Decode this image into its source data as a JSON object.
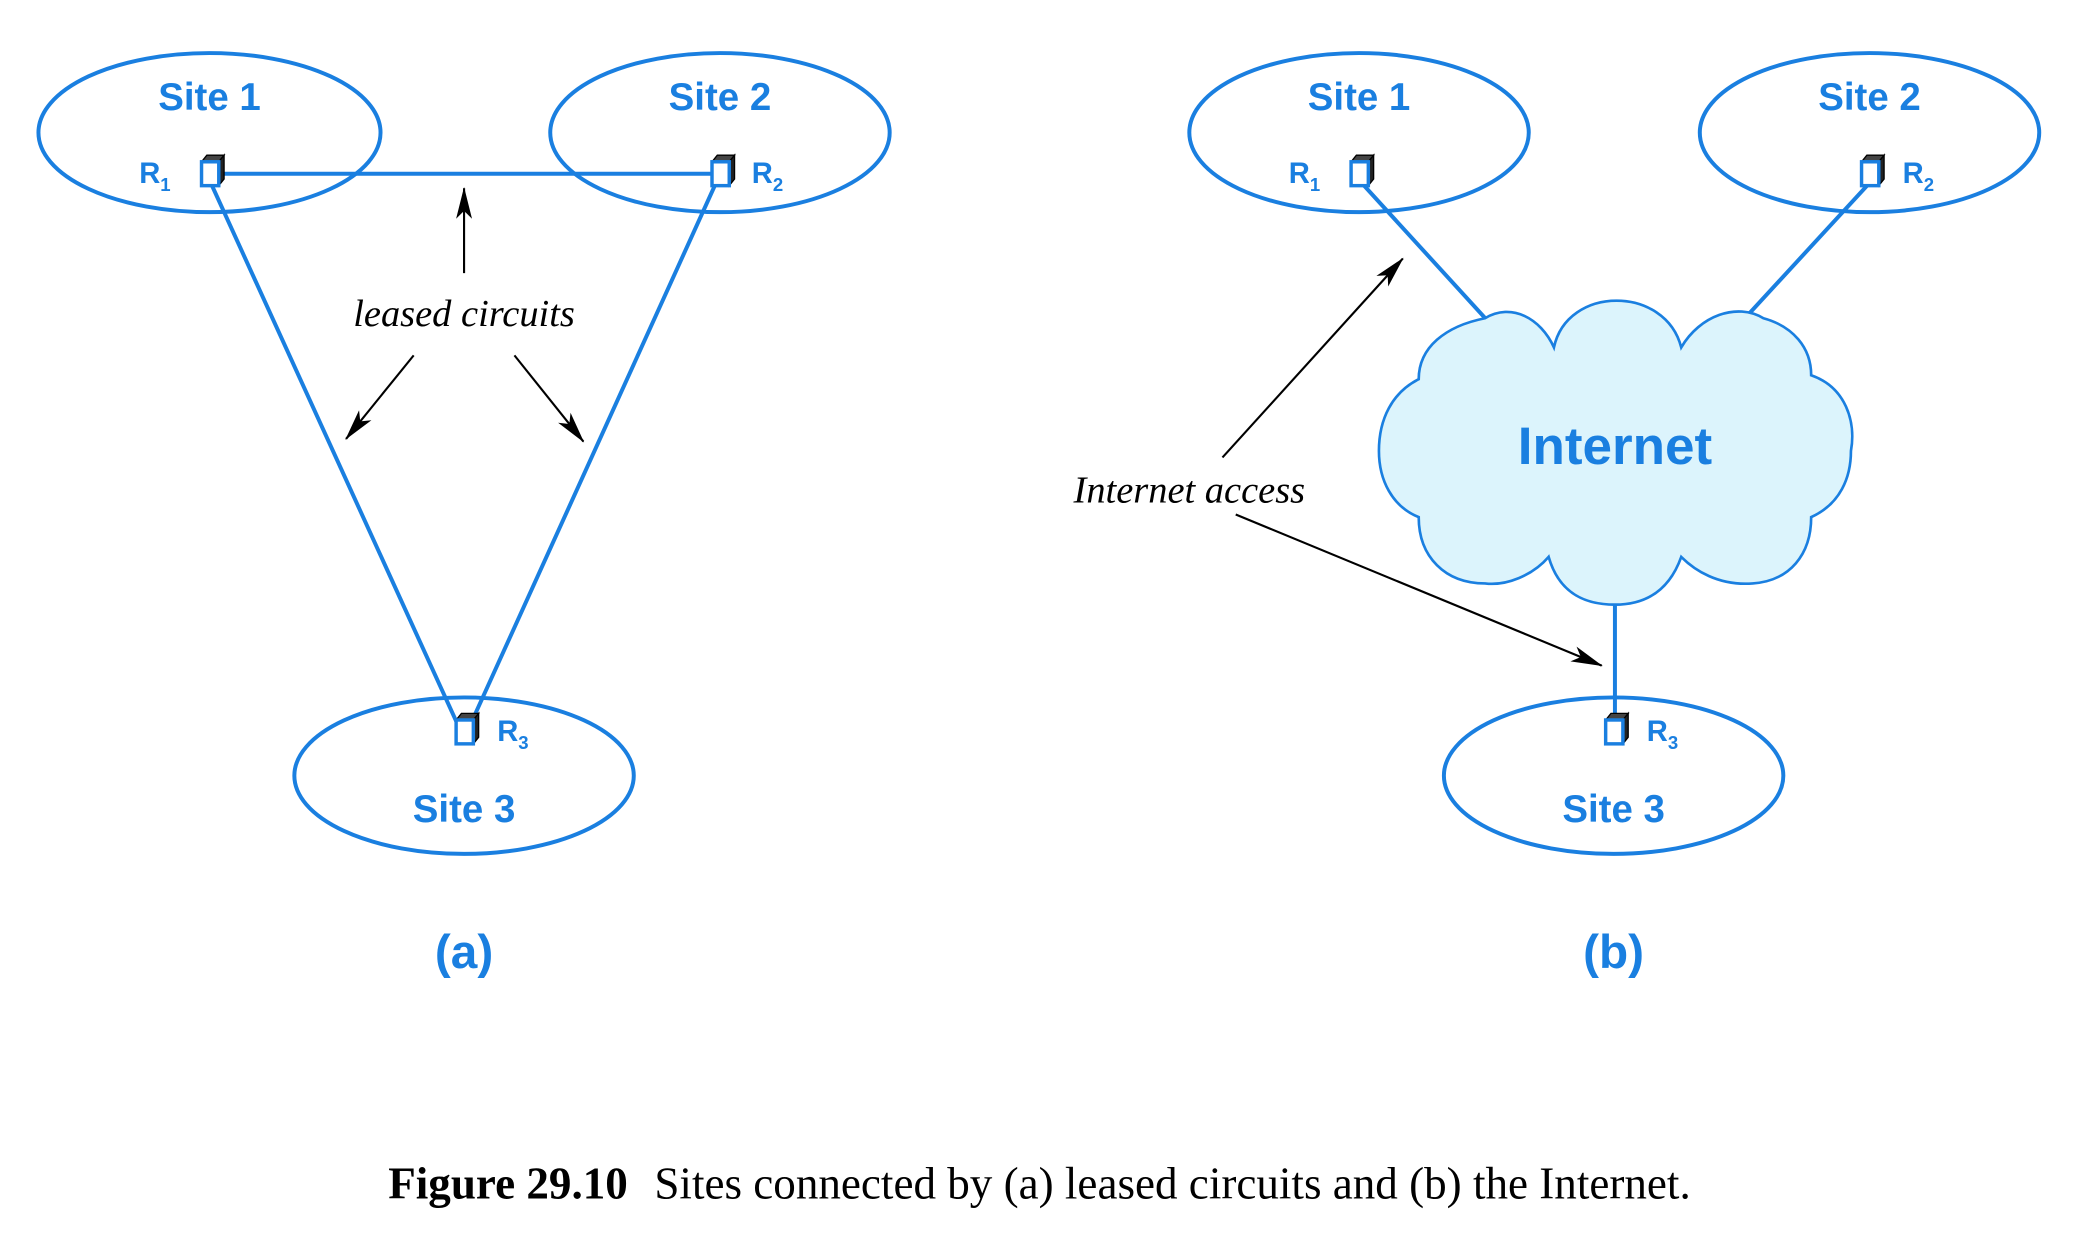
{
  "figure": {
    "panel_a": {
      "label": "(a)",
      "sites": [
        {
          "name": "Site 1",
          "router": "R",
          "router_sub": "1"
        },
        {
          "name": "Site 2",
          "router": "R",
          "router_sub": "2"
        },
        {
          "name": "Site 3",
          "router": "R",
          "router_sub": "3"
        }
      ],
      "annotation": "leased circuits"
    },
    "panel_b": {
      "label": "(b)",
      "sites": [
        {
          "name": "Site 1",
          "router": "R",
          "router_sub": "1"
        },
        {
          "name": "Site 2",
          "router": "R",
          "router_sub": "2"
        },
        {
          "name": "Site 3",
          "router": "R",
          "router_sub": "3"
        }
      ],
      "cloud_label": "Internet",
      "annotation": "Internet access"
    },
    "caption": {
      "number": "Figure 29.10",
      "text": "Sites connected by (a) leased circuits and (b) the Internet."
    },
    "colors": {
      "accent": "#1a7fe0",
      "cloud_fill": "#dcf4fc"
    }
  }
}
